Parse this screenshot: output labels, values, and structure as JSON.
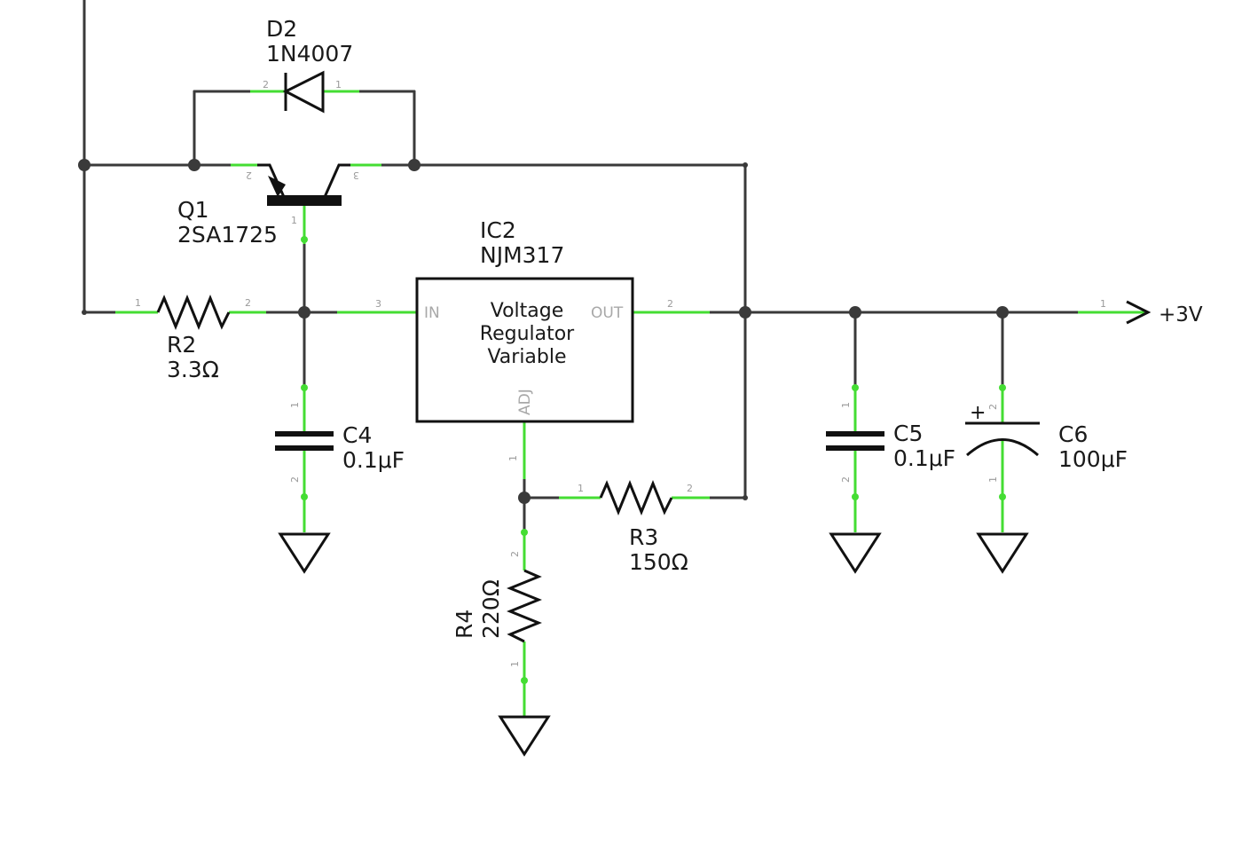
{
  "components": {
    "d2": {
      "ref": "D2",
      "value": "1N4007",
      "pins": [
        "2",
        "1"
      ]
    },
    "q1": {
      "ref": "Q1",
      "value": "2SA1725",
      "pins": [
        "2",
        "3",
        "1"
      ]
    },
    "ic2": {
      "ref": "IC2",
      "value": "NJM317",
      "body": [
        "Voltage",
        "Regulator",
        "Variable"
      ],
      "pins": {
        "in": "IN",
        "out": "OUT",
        "adj": "ADJ",
        "in_num": "3",
        "out_num": "2",
        "adj_num": "1"
      }
    },
    "r2": {
      "ref": "R2",
      "value": "3.3Ω",
      "pins": [
        "1",
        "2"
      ]
    },
    "r3": {
      "ref": "R3",
      "value": "150Ω",
      "pins": [
        "1",
        "2"
      ]
    },
    "r4": {
      "ref": "R4",
      "value": "220Ω",
      "pins": [
        "2",
        "1"
      ]
    },
    "c4": {
      "ref": "C4",
      "value": "0.1μF",
      "pins": [
        "1",
        "2"
      ]
    },
    "c5": {
      "ref": "C5",
      "value": "0.1μF",
      "pins": [
        "1",
        "2"
      ]
    },
    "c6": {
      "ref": "C6",
      "value": "100μF",
      "pins": [
        "2",
        "1"
      ],
      "polarity": "+"
    }
  },
  "output": {
    "label": "+3V",
    "pin": "1"
  },
  "colors": {
    "wire": "#3a3a3a",
    "pin_lead": "#44dd33",
    "symbol": "#111111",
    "pin_text": "#9a9a9a"
  }
}
